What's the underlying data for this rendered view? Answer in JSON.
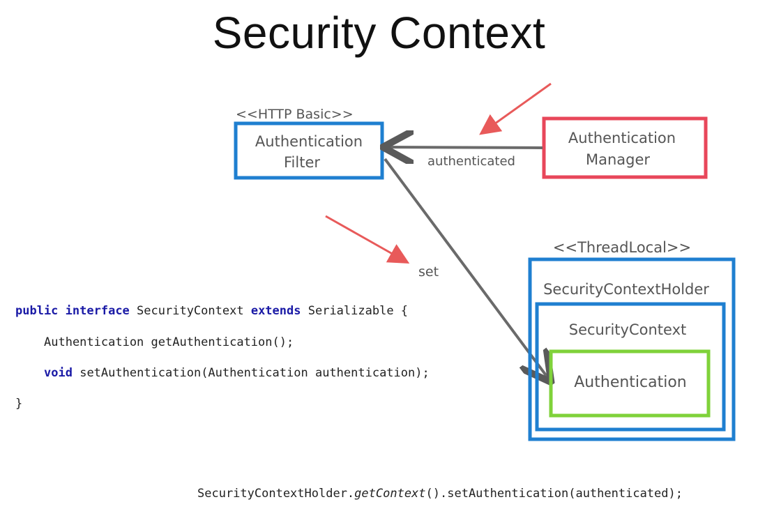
{
  "title": "Security Context",
  "diagram": {
    "filter_stereotype": "<<HTTP Basic>>",
    "filter_line1": "Authentication",
    "filter_line2": "Filter",
    "manager_line1": "Authentication",
    "manager_line2": "Manager",
    "edge_authenticated": "authenticated",
    "edge_set": "set",
    "holder_stereotype": "<<ThreadLocal>>",
    "holder_label": "SecurityContextHolder",
    "context_label": "SecurityContext",
    "authentication_label": "Authentication",
    "colors": {
      "blue": "#1f7fd0",
      "red": "#e8475a",
      "green": "#7fd23a",
      "arrow_red": "#e85a5a",
      "pencil": "#6a6a6a"
    }
  },
  "code": {
    "l1_kw1": "public",
    "l1_kw2": "interface",
    "l1_name": "SecurityContext",
    "l1_kw3": "extends",
    "l1_rest": "Serializable {",
    "l2": "Authentication getAuthentication();",
    "l3_kw": "void",
    "l3_rest": "setAuthentication(Authentication authentication);",
    "l4": "}",
    "bottom_prefix": "SecurityContextHolder.",
    "bottom_italic": "getContext",
    "bottom_suffix": "().setAuthentication(authenticated);"
  }
}
